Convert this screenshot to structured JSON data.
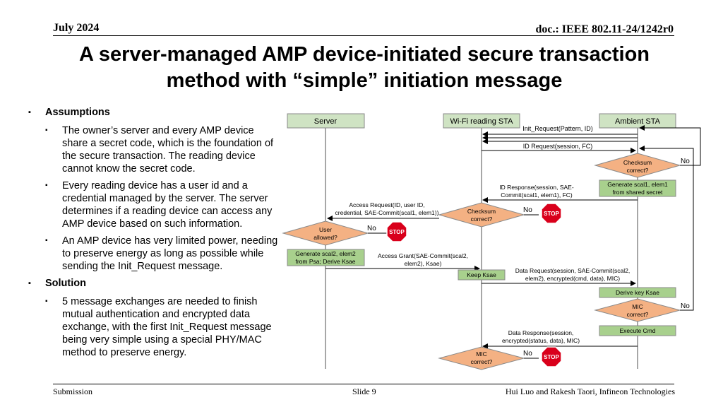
{
  "header": {
    "date": "July 2024",
    "doc": "doc.: IEEE 802.11-24/1242r0"
  },
  "title": {
    "line1": "A server-managed AMP device-initiated secure transaction",
    "line2": "method with “simple” initiation message"
  },
  "bullets": [
    {
      "heading": "Assumptions",
      "items": [
        "The owner’s server and every AMP device share a secret code, which is the foundation of the secure transaction. The reading device cannot know the secret code.",
        "Every reading device has a user id and a credential managed by the server. The server determines if a reading device can access any AMP device based on such information.",
        "An AMP device has very limited power, needing to preserve energy as long as possible while sending the Init_Request message."
      ]
    },
    {
      "heading": "Solution",
      "items": [
        "5 message exchanges are needed to finish mutual authentication and encrypted data exchange, with the first Init_Request message being very simple using a special PHY/MAC method to preserve energy."
      ]
    }
  ],
  "diagram": {
    "actors": {
      "server": "Server",
      "reader": "Wi-Fi reading STA",
      "ambient": "Ambient STA"
    },
    "messages": {
      "init_request": "Init_Request(Pattern,  ID)",
      "id_request": "ID Request(session,  FC)",
      "id_response_1": "ID Response(session,  SAE-",
      "id_response_2": "Commit(scal1, elem1),  FC)",
      "access_request_1": "Access Request(ID,  user ID,",
      "access_request_2": "credential, SAE-Commit(scal1,  elem1))",
      "access_grant_1": "Access Grant(SAE-Commit(scal2,",
      "access_grant_2": "elem2),  Ksae)",
      "data_request_1": "Data Request(session,  SAE-Commit(scal2,",
      "data_request_2": "elem2), encrypted(cmd, data),  MIC)",
      "data_response_1": "Data Response(session,",
      "data_response_2": "encrypted(status,  data),  MIC)"
    },
    "decisions": {
      "checksum_ambient_1": "Checksum",
      "checksum_ambient_2": "correct?",
      "checksum_reader_1": "Checksum",
      "checksum_reader_2": "correct?",
      "user_allowed_1": "User",
      "user_allowed_2": "allowed?",
      "mic_ambient_1": "MIC",
      "mic_ambient_2": "correct?",
      "mic_reader_1": "MIC",
      "mic_reader_2": "correct?"
    },
    "actions": {
      "gen_scal1_1": "Generate  scal1, elem1",
      "gen_scal1_2": "from shared secret",
      "gen_scal2_1": "Generate  scal2, elem2",
      "gen_scal2_2": "from Psa; Derive Ksae",
      "keep_ksae": "Keep Ksae",
      "derive_ksae": "Derive key Ksae",
      "execute_cmd": "Execute Cmd"
    },
    "no_label": "No",
    "stop_label": "STOP",
    "colors": {
      "actor_fill": "#cfe3c3",
      "action_fill": "#a8d08d",
      "decision_fill": "#f4b183",
      "stop_fill": "#d9001b"
    }
  },
  "footer": {
    "left": "Submission",
    "center": "Slide 9",
    "right": "Hui Luo and Rakesh Taori, Infineon Technologies"
  }
}
